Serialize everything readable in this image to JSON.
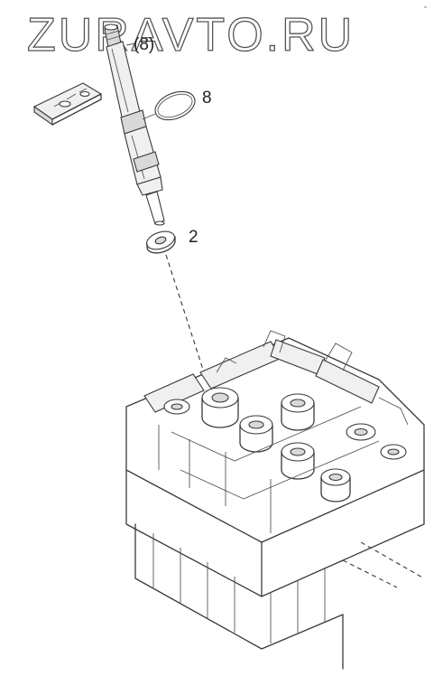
{
  "watermark": "ZURAVTO.RU",
  "callouts": {
    "injector_ref": "(8)",
    "o_ring": "8",
    "washer": "2"
  },
  "colors": {
    "line": "#3a3a3a",
    "background": "#ffffff"
  }
}
